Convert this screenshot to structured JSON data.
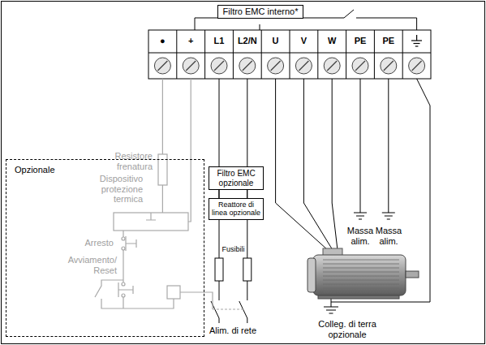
{
  "diagram": {
    "nodes": [
      {
        "text": [
          "Filtro EMC interno*"
        ]
      },
      {
        "text": [
          "Opzionale"
        ]
      },
      {
        "text": [
          "Filtro EMC opzionale"
        ]
      },
      {
        "text": [
          "Reattore di linea opzionale"
        ]
      }
    ],
    "edges": [
      {
        "from": 2,
        "to": 3,
        "arrow": "none"
      }
    ],
    "labels": [
      "●",
      "+",
      "L1",
      "L2/N",
      "U",
      "V",
      "W",
      "PE",
      "PE",
      "Resistore frenatura",
      "Dispositivo protezione termica",
      "Arresto",
      "Avviamento/ Reset",
      "Fusibili",
      "Massa alim.",
      "Massa alim.",
      "Colleg. di terra opzionale",
      "Alim. di rete"
    ]
  }
}
